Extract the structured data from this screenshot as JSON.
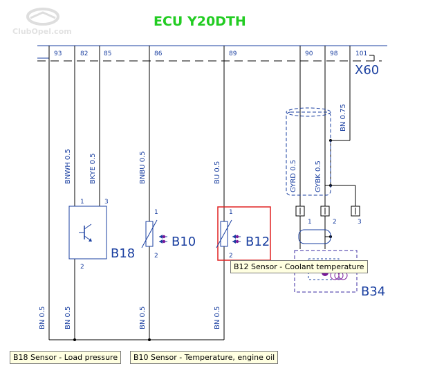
{
  "title": "ECU Y20DTH",
  "watermark": "ClubOpel.com",
  "connector": "X60",
  "pins": [
    "93",
    "82",
    "85",
    "86",
    "89",
    "90",
    "98",
    "101"
  ],
  "wires": {
    "bnwh": "BNWH 0.5",
    "bkye": "BKYE 0.5",
    "bnbu": "BNBU 0.5",
    "bu": "BU 0.5",
    "gyrd": "GYRD 0.5",
    "gybk": "GYBK 0.5",
    "bn075": "BN 0.75",
    "bn_a": "BN 0.5",
    "bn_b": "BN 0.5",
    "bn_c": "BN 0.5",
    "bn_d": "BN 0.5"
  },
  "components": {
    "b18": "B18",
    "b10": "B10",
    "b12": "B12",
    "b34": "B34"
  },
  "pin_numbers": {
    "b18_1": "1",
    "b18_3": "3",
    "b18_2": "2",
    "b10_1": "1",
    "b10_2": "2",
    "b12_1": "1",
    "b12_2": "2",
    "b34_1": "1",
    "b34_2": "2",
    "b34_3": "3"
  },
  "tooltips": {
    "b12": "B12 Sensor - Coolant temperature",
    "b18": "B18 Sensor - Load pressure",
    "b10": "B10 Sensor - Temperature, engine oil"
  },
  "colors": {
    "title": "#22cc22",
    "blue": "#1a3fa0",
    "highlight": "#e02020",
    "purple": "#7a1a9a"
  }
}
